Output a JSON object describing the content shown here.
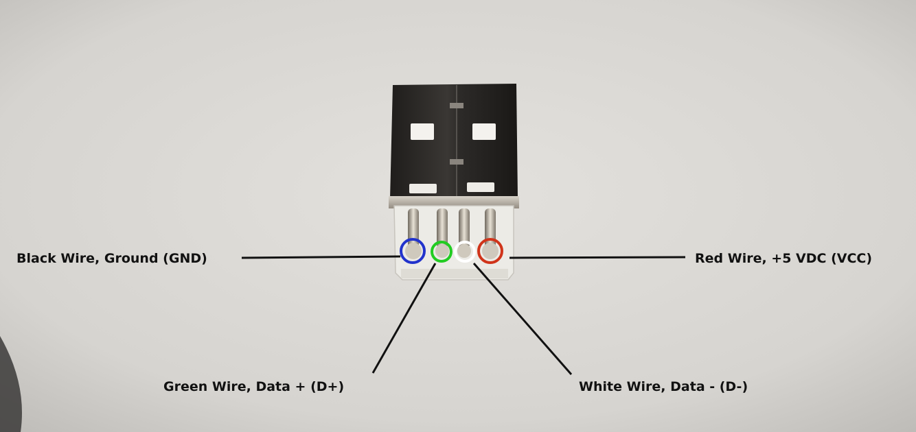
{
  "labels": {
    "gnd": "Black Wire, Ground (GND)",
    "vcc": "Red Wire, +5 VDC (VCC)",
    "dplus": "Green Wire, Data + (D+)",
    "dminus": "White Wire, Data - (D-)"
  },
  "pin_colors": {
    "gnd": "#2233cc",
    "dplus": "#22cc22",
    "dminus": "#ffffff",
    "vcc": "#d0341a"
  },
  "colors": {
    "background": "#dcdad6",
    "connector_body": "#2a2826",
    "connector_shell": "#b9b3a8",
    "insulator": "#ecebe6",
    "leader_line": "#111111"
  }
}
